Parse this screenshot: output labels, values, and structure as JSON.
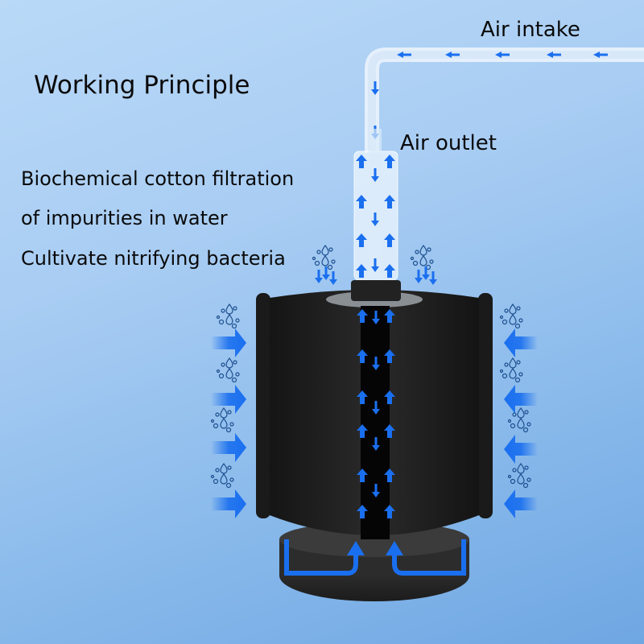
{
  "title": "Working Principle",
  "description": {
    "line1": "Biochemical cotton filtration",
    "line2": "of impurities in water",
    "line3": "Cultivate nitrifying bacteria"
  },
  "labels": {
    "air_intake": "Air intake",
    "air_outlet": "Air outlet"
  },
  "colors": {
    "background_top": "#b9d9f7",
    "background_bottom": "#6fa7e3",
    "arrow_blue": "#1a6fef",
    "sponge": "#1c1c1c",
    "tube": "#e6f1fb",
    "text": "#0a0a0a"
  },
  "icons": [
    "water-droplets-icon",
    "flow-arrow-icon"
  ]
}
